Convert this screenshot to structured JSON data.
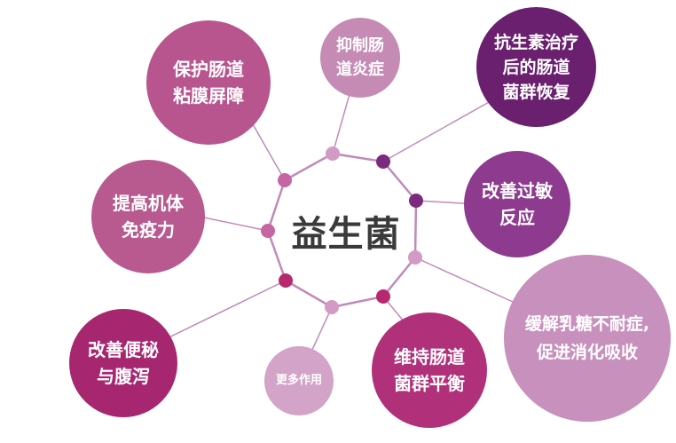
{
  "center": {
    "label": "益生菌"
  },
  "bubbles": [
    {
      "id": "barrier",
      "text": "保护肠道\n粘膜屏障",
      "color": "#b8558e"
    },
    {
      "id": "inflammation",
      "text": "抑制肠\n道炎症",
      "color": "#c58bb4"
    },
    {
      "id": "antibiotic",
      "text": "抗生素治疗\n后的肠道\n菌群恢复",
      "color": "#6a1f6f"
    },
    {
      "id": "allergy",
      "text": "改善过敏\n反应",
      "color": "#8d3a8f"
    },
    {
      "id": "lactose",
      "text": "缓解乳糖不耐症,\n促进消化吸收",
      "color": "#c890bd"
    },
    {
      "id": "balance",
      "text": "维持肠道\n菌群平衡",
      "color": "#b0307a"
    },
    {
      "id": "more",
      "text": "更多作用",
      "color": "#d3a3c8"
    },
    {
      "id": "constipation",
      "text": "改善便秘\n与腹泻",
      "color": "#a62770"
    },
    {
      "id": "immunity",
      "text": "提高机体\n免疫力",
      "color": "#b85a90"
    }
  ],
  "colors": {
    "line": "#c08bb8",
    "node_light": "#d29ac5",
    "node_mid": "#c565a3",
    "node_dark": "#7b2a7e",
    "node_magenta": "#b8286f"
  }
}
